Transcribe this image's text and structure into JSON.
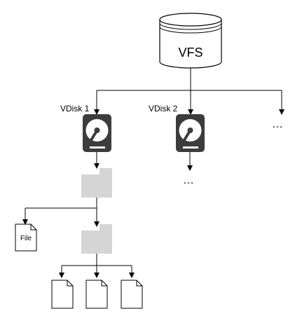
{
  "root": {
    "label": "VFS"
  },
  "disks": [
    {
      "label": "VDisk 1"
    },
    {
      "label": "VDisk 2"
    }
  ],
  "more_indicator": "…",
  "file_label": "File",
  "colors": {
    "line": "#000000",
    "disk_body": "#3c3c3c",
    "folder_fill": "#d5d5d5"
  },
  "icons": {
    "root": "database-cylinder-icon",
    "disk": "hard-drive-icon",
    "folder": "folder-icon",
    "file": "document-icon"
  }
}
